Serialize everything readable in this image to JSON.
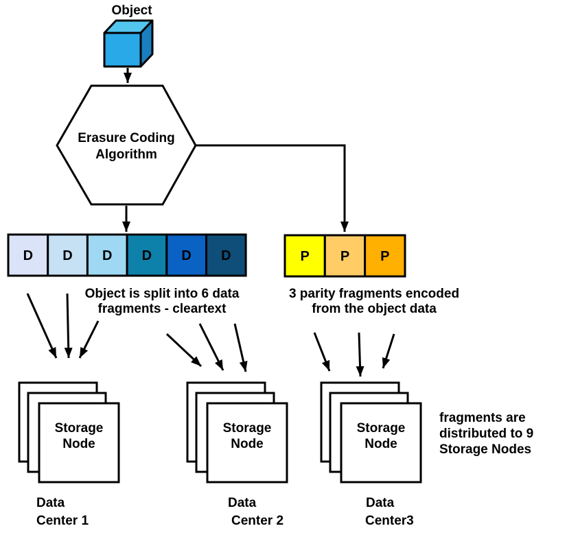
{
  "diagram": {
    "title": "Object",
    "cube": {
      "top_color": "#53c6f0",
      "front_color": "#29a9e8",
      "side_color": "#1a7fc0"
    },
    "hexagon": {
      "line1": "Erasure Coding",
      "line2": "Algorithm"
    },
    "data_fragments": {
      "letter": "D",
      "colors": [
        "#dbe3f8",
        "#c6e0f4",
        "#9fd8f2",
        "#0e81ab",
        "#0a62c4",
        "#0e4e79"
      ]
    },
    "parity_fragments": {
      "letter": "P",
      "colors": [
        "#ffff00",
        "#ffcc66",
        "#ffb000"
      ]
    },
    "captions": {
      "data_line1": "Object is split into 6 data",
      "data_line2": "fragments - cleartext",
      "parity_line1": "3 parity fragments encoded",
      "parity_line2": "from the object data"
    },
    "storage_node": {
      "line1": "Storage",
      "line2": "Node"
    },
    "data_centers": [
      {
        "line1": "Data",
        "line2": "Center 1"
      },
      {
        "line1": "Data",
        "line2": "Center 2"
      },
      {
        "line1": "Data",
        "line2": "Center3"
      }
    ],
    "note": {
      "line1": "fragments are",
      "line2": "distributed to 9",
      "line3": "Storage Nodes"
    }
  }
}
